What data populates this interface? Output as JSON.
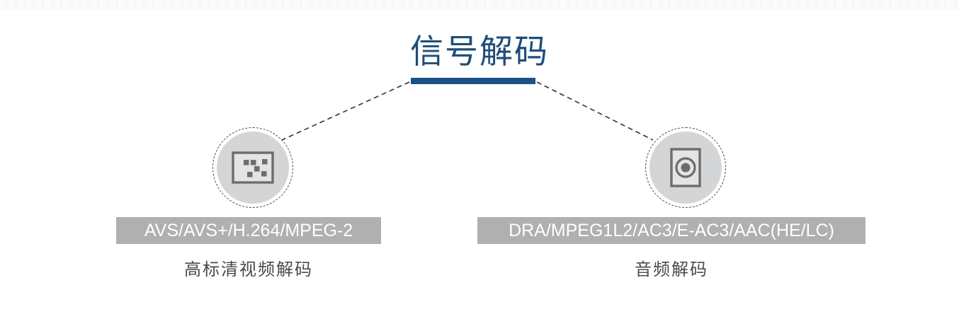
{
  "title": {
    "text": "信号解码",
    "accent_color": "#1c5186"
  },
  "branches": [
    {
      "id": "video-decode",
      "icon": "video-screen-pixels-icon",
      "formats_label": "AVS/AVS+/H.264/MPEG-2",
      "caption": "高标清视频解码",
      "bar_color": "#b0b0b0",
      "circle_color": "#d4d5d6"
    },
    {
      "id": "audio-decode",
      "icon": "speaker-icon",
      "formats_label": "DRA/MPEG1L2/AC3/E-AC3/AAC(HE/LC)",
      "caption": "音频解码",
      "bar_color": "#b0b0b0",
      "circle_color": "#d4d5d6"
    }
  ]
}
